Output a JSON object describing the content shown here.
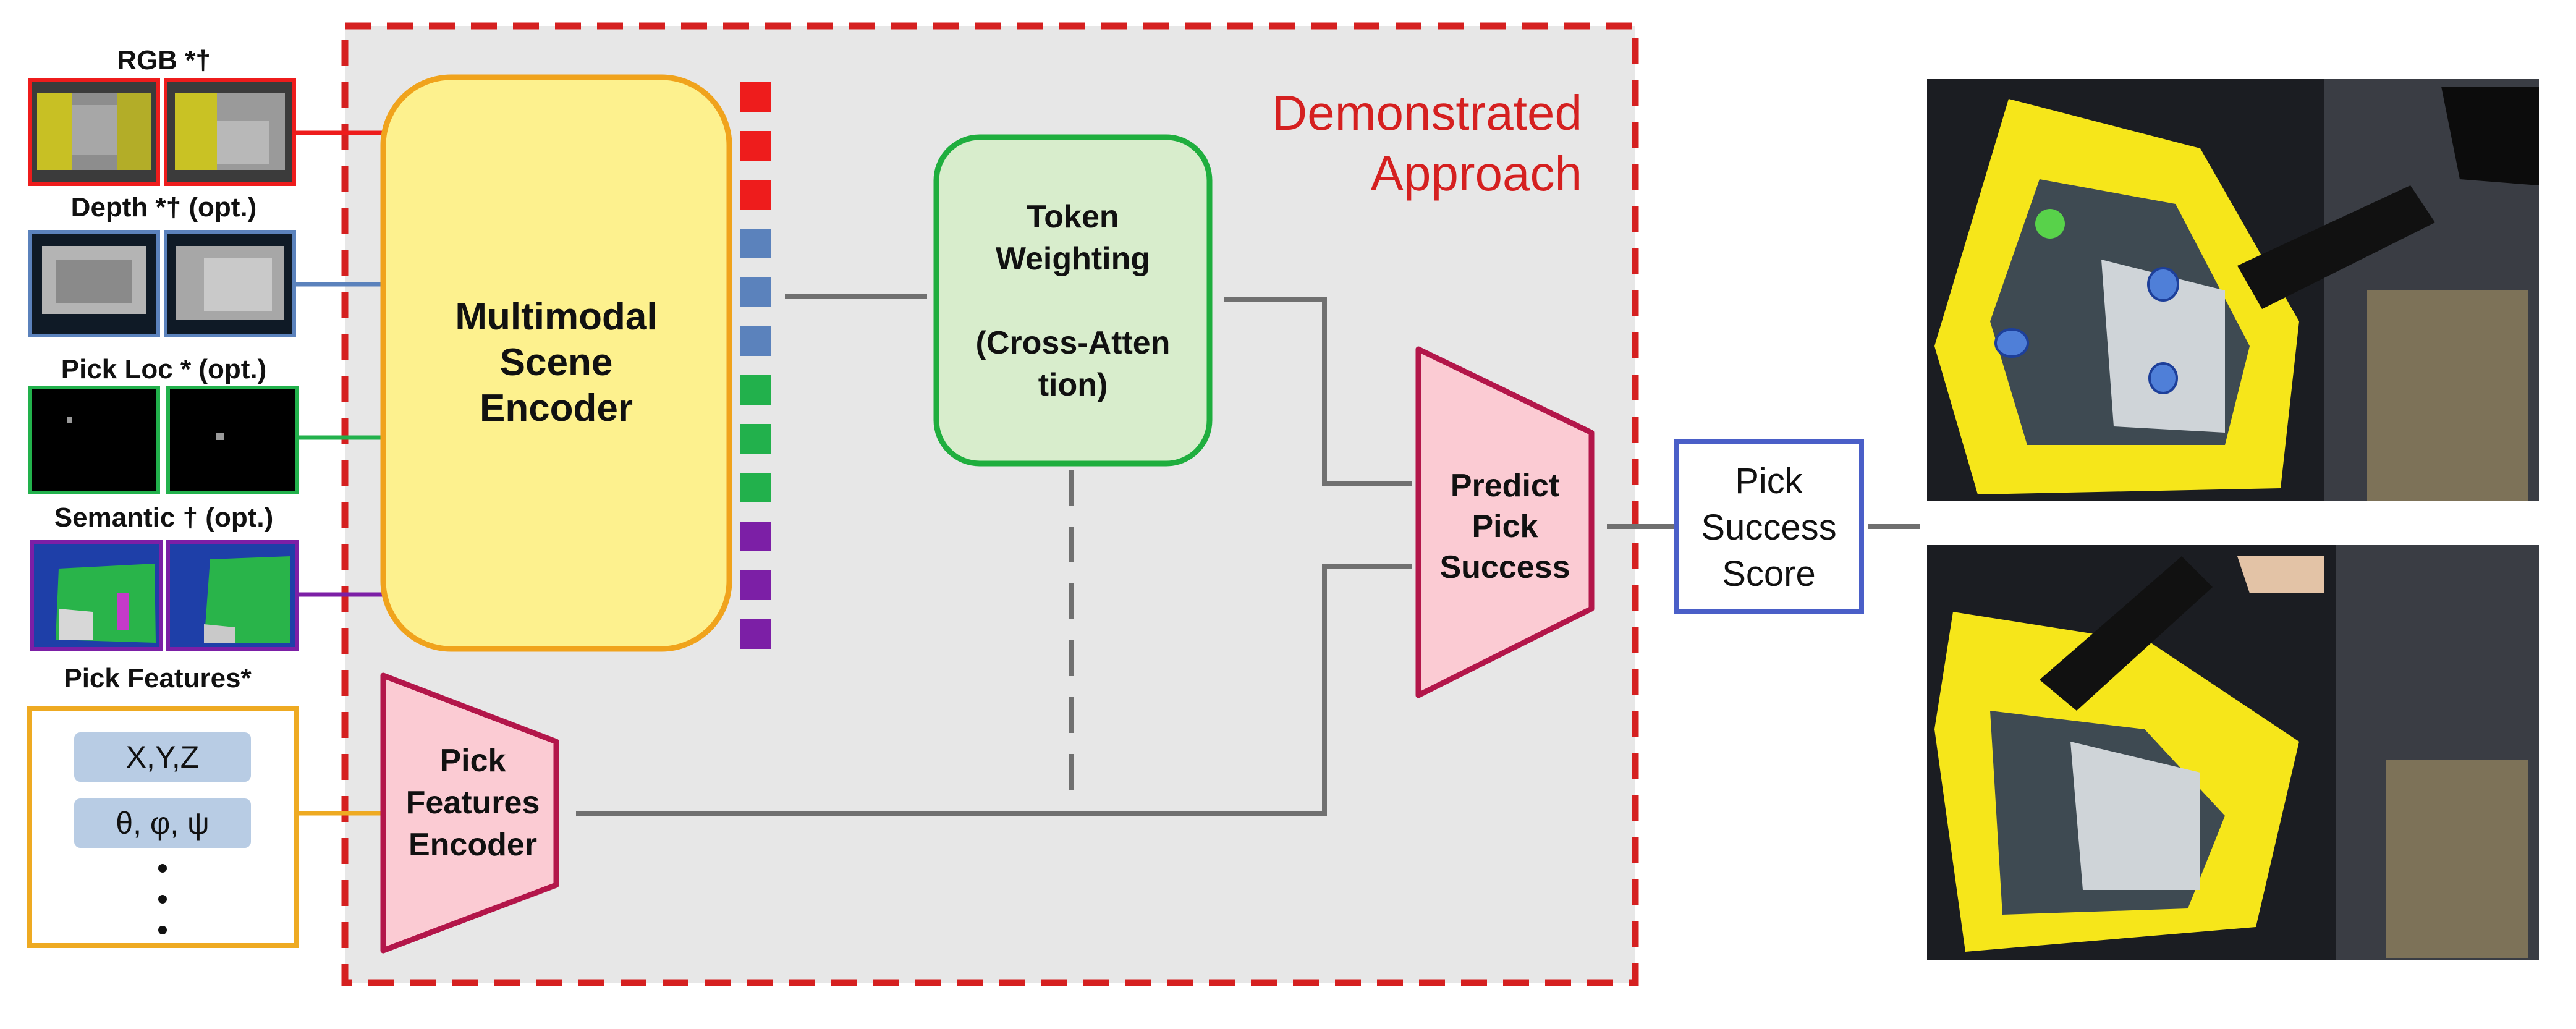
{
  "colors": {
    "approach_region": "#e7e7e7",
    "approach_border": "#d52020",
    "encoder_fill": "#fdf18e",
    "encoder_border": "#f0a31c",
    "token_fill": "#d8edcc",
    "token_border": "#1fae3e",
    "pink_fill": "#fbcbd3",
    "pink_border": "#b3164a",
    "score_border": "#4a5fc8",
    "rgb": "#ee1c1c",
    "depth": "#5b82bc",
    "pickloc": "#22b14c",
    "semantic": "#7c1fa6",
    "features_border": "#eeaa22",
    "chip": "#b8cce4",
    "connector": "#707070"
  },
  "approach": {
    "label_line1": "Demonstrated",
    "label_line2": "Approach"
  },
  "inputs": {
    "rgb": {
      "label": "RGB *†"
    },
    "depth": {
      "label": "Depth *† (opt.)"
    },
    "pick_loc": {
      "label": "Pick Loc * (opt.)"
    },
    "semantic": {
      "label": "Semantic † (opt.)"
    },
    "pick_features": {
      "label": "Pick Features*",
      "xyz": "X,Y,Z",
      "angles": "θ, φ, ψ",
      "more_icon": "vertical-ellipsis"
    }
  },
  "encoder": {
    "line1": "Multimodal",
    "line2": "Scene",
    "line3": "Encoder"
  },
  "tokens": {
    "groups": [
      "rgb",
      "depth",
      "pickloc",
      "semantic"
    ],
    "per_group": 3
  },
  "token_weighting": {
    "line1": "Token",
    "line2": "Weighting",
    "line3": "(Cross-Atten",
    "line4": "tion)"
  },
  "pick_features_encoder": {
    "line1": "Pick",
    "line2": "Features",
    "line3": "Encoder"
  },
  "predict": {
    "line1": "Predict",
    "line2": "Pick",
    "line3": "Success"
  },
  "score": {
    "line1": "Pick",
    "line2": "Success",
    "line3": "Score"
  },
  "photos": {
    "top": "robot-pick-scene-photo",
    "bottom": "robot-pick-scene-photo"
  }
}
